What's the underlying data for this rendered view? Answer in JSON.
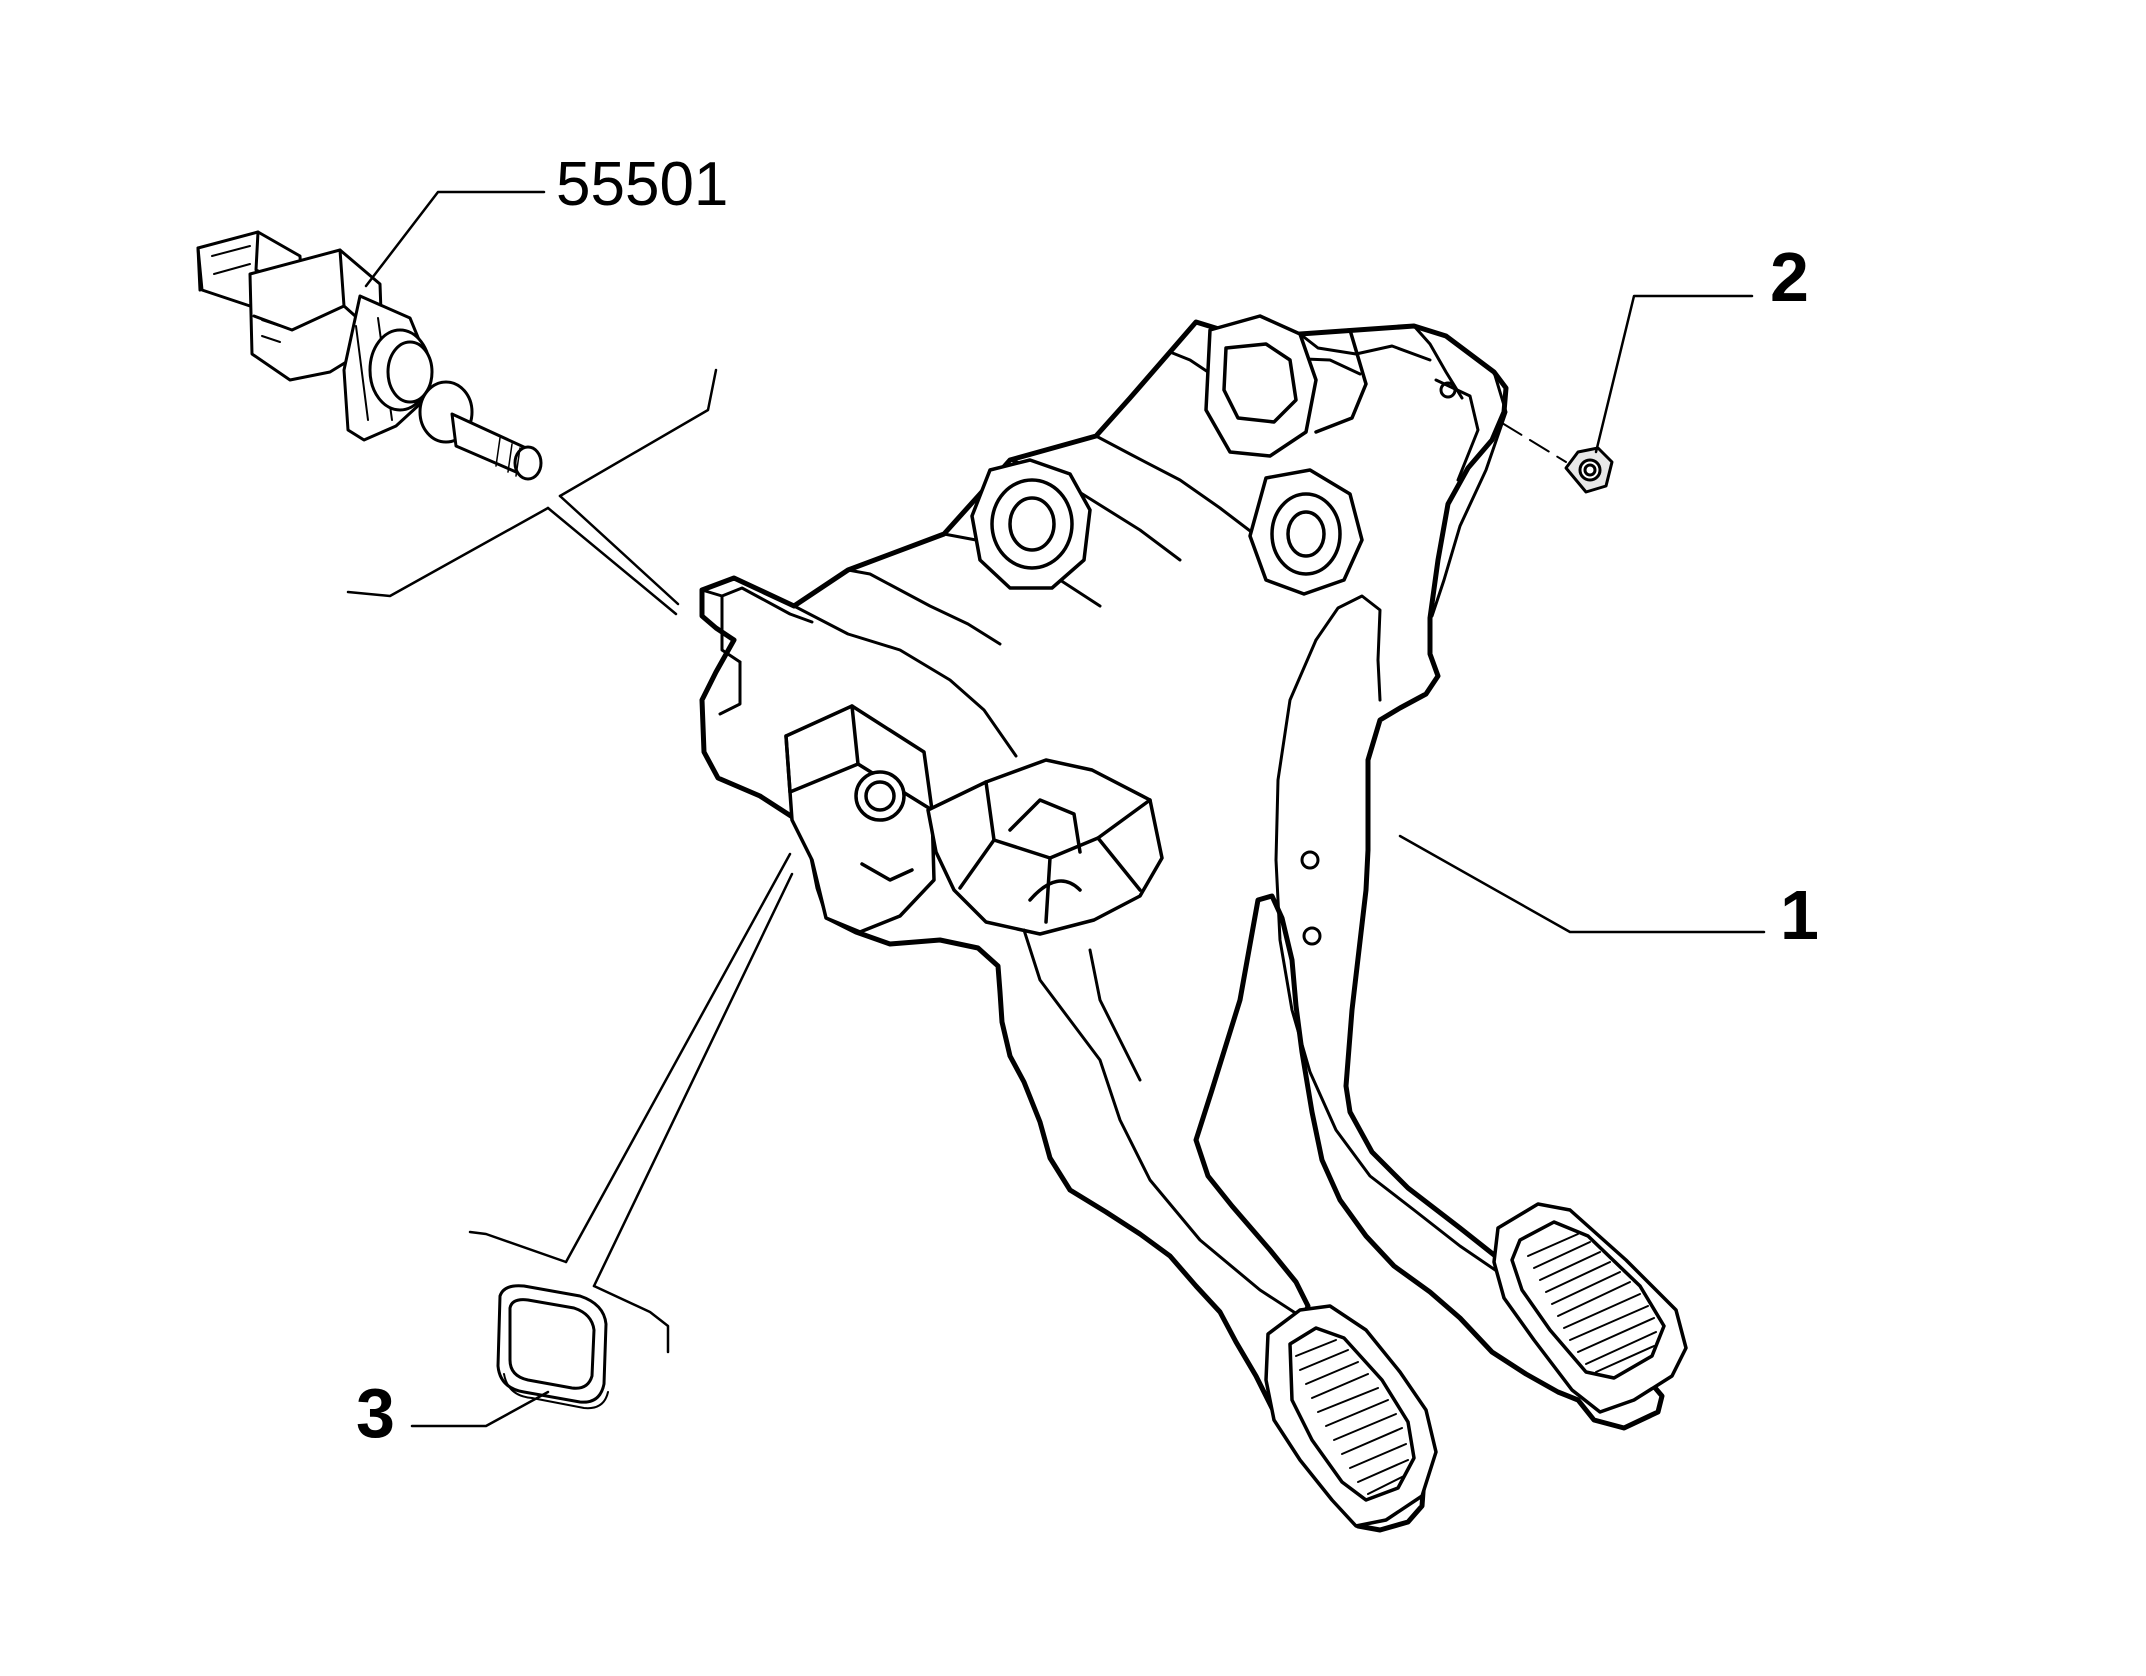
{
  "callouts": {
    "switch_ref": "55501",
    "part_1": "1",
    "part_2": "2",
    "part_3": "3"
  },
  "colors": {
    "line": "#000000",
    "background": "#ffffff",
    "nut_fill": "#e8e8e8"
  },
  "icons": {
    "switch": "brake-light-switch-icon",
    "nut": "hex-nut-icon",
    "plug": "rubber-plug-icon",
    "assembly": "pedal-box-assembly-icon"
  }
}
